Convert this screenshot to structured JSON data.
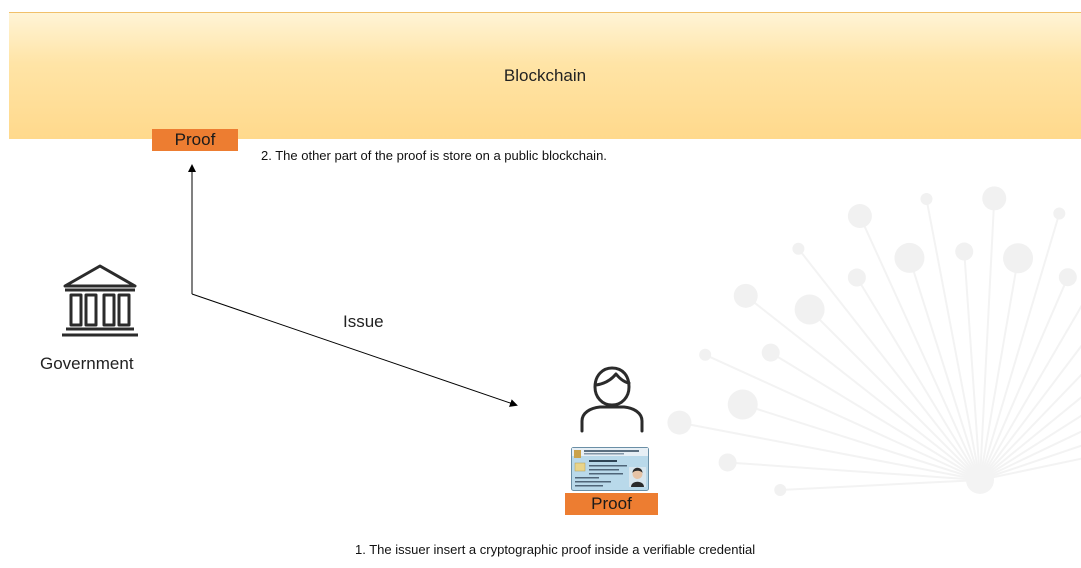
{
  "diagram": {
    "blockchain_label": "Blockchain",
    "proof_top_label": "Proof",
    "proof_bottom_label": "Proof",
    "note_blockchain": "2. The other part of the proof is store on a public blockchain.",
    "note_issuer": "1. The issuer insert a cryptographic proof inside a verifiable credential",
    "issue_label": "Issue",
    "government_label": "Government",
    "icons": {
      "government": "government-building-icon",
      "holder": "person-icon",
      "credential": "id-card-icon"
    },
    "colors": {
      "blockchain_band": "#ffd98c",
      "proof": "#ed7d31",
      "arrow": "#000000"
    }
  }
}
